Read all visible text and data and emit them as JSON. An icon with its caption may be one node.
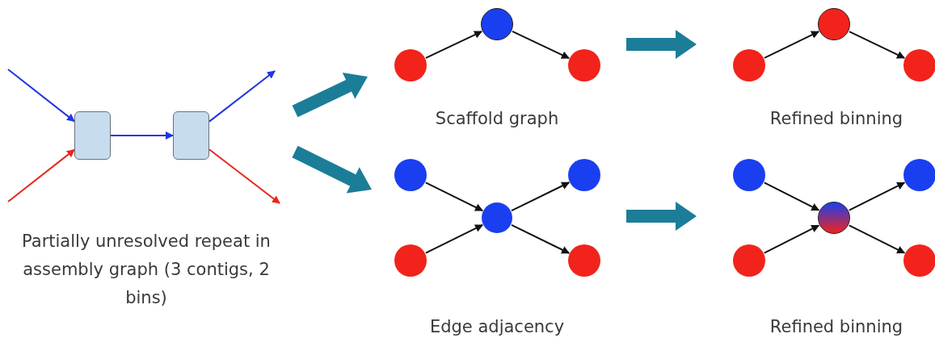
{
  "diagram": {
    "nodes": [
      {
        "text": [],
        "shape": "box"
      },
      {
        "text": [],
        "shape": "box"
      },
      {
        "text": [],
        "shape": "circle"
      },
      {
        "text": [],
        "shape": "circle"
      },
      {
        "text": [],
        "shape": "circle"
      },
      {
        "text": [],
        "shape": "circle"
      },
      {
        "text": [],
        "shape": "circle"
      },
      {
        "text": [],
        "shape": "circle"
      },
      {
        "text": [],
        "shape": "circle"
      },
      {
        "text": [],
        "shape": "circle"
      },
      {
        "text": [],
        "shape": "circle"
      },
      {
        "text": [],
        "shape": "circle"
      },
      {
        "text": [],
        "shape": "circle"
      },
      {
        "text": [],
        "shape": "circle"
      },
      {
        "text": [],
        "shape": "circle"
      },
      {
        "text": [],
        "shape": "circle"
      },
      {
        "text": [],
        "shape": "circle"
      },
      {
        "text": [],
        "shape": "circle"
      }
    ],
    "edges": [
      {
        "from": null,
        "to": 0,
        "arrow": "to",
        "color": "#1f35e6"
      },
      {
        "from": null,
        "to": 0,
        "arrow": "to",
        "color": "#e8261c"
      },
      {
        "from": 0,
        "to": 1,
        "arrow": "to",
        "color": "#1f35e6"
      },
      {
        "from": 1,
        "to": null,
        "arrow": "to",
        "color": "#1f35e6"
      },
      {
        "from": 1,
        "to": null,
        "arrow": "to",
        "color": "#e8261c"
      },
      {
        "from": 3,
        "to": 2,
        "arrow": "to"
      },
      {
        "from": 2,
        "to": 4,
        "arrow": "to"
      },
      {
        "from": 6,
        "to": 5,
        "arrow": "to"
      },
      {
        "from": 5,
        "to": 7,
        "arrow": "to"
      },
      {
        "from": 8,
        "to": 10,
        "arrow": "to"
      },
      {
        "from": 11,
        "to": 10,
        "arrow": "to"
      },
      {
        "from": 10,
        "to": 9,
        "arrow": "to"
      },
      {
        "from": 10,
        "to": 12,
        "arrow": "to"
      },
      {
        "from": 13,
        "to": 15,
        "arrow": "to"
      },
      {
        "from": 16,
        "to": 15,
        "arrow": "to"
      },
      {
        "from": 15,
        "to": 14,
        "arrow": "to"
      },
      {
        "from": 15,
        "to": 17,
        "arrow": "to"
      }
    ],
    "labels": [
      "Scaffold graph",
      "Refined binning",
      "Partially unresolved repeat in assembly graph (3 contigs, 2 bins)",
      "Edge adjacency",
      "Refined binning"
    ]
  }
}
